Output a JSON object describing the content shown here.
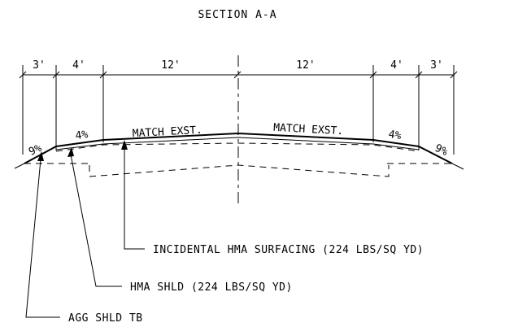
{
  "title": "SECTION A-A",
  "dimensions": {
    "left_outer": "3'",
    "left_shoulder": "4'",
    "left_lane": "12'",
    "right_lane": "12'",
    "right_shoulder": "4'",
    "right_outer": "3'"
  },
  "slopes": {
    "left_outer": "9%",
    "left_shoulder": "4%",
    "left_lane": "MATCH EXST.",
    "right_lane": "MATCH EXST.",
    "right_shoulder": "4%",
    "right_outer": "9%"
  },
  "callouts": {
    "surfacing": "INCIDENTAL HMA SURFACING (224 LBS/SQ YD)",
    "shoulder": "HMA SHLD (224 LBS/SQ YD)",
    "agg": "AGG SHLD TB"
  }
}
